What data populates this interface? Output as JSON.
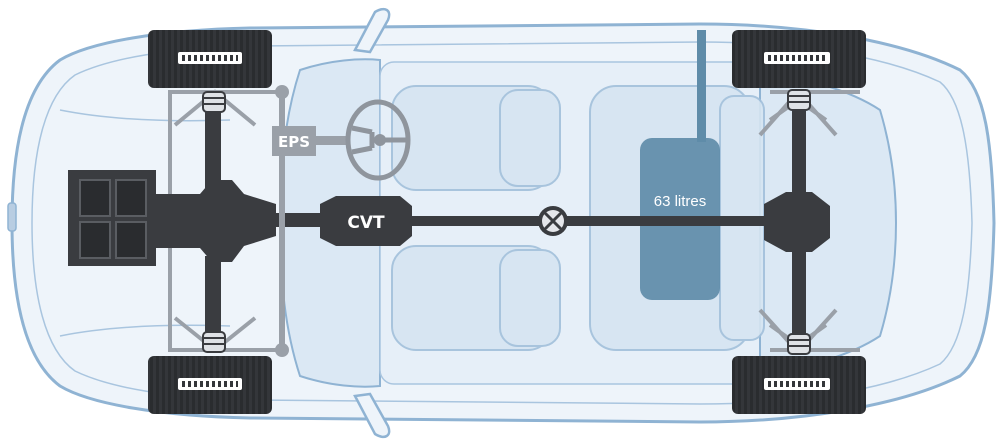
{
  "labels": {
    "eps": "EPS",
    "cvt": "CVT",
    "tank_capacity": "63 litres"
  },
  "colors": {
    "body_outline": "#8fb3d3",
    "body_fill": "#eaf2fa",
    "glass_fill": "#d7e6f4",
    "seat_fill": "#dce9f5",
    "drivetrain": "#3a3c40",
    "tyre": "#34363a",
    "suspension": "#9aa0a8",
    "tank": "#5f8ca9",
    "tank_pipe": "#5f8ca9",
    "label_text": "#ffffff"
  },
  "icons": {
    "centre_joint": "x-circle-icon",
    "steering": "steering-wheel-icon"
  }
}
